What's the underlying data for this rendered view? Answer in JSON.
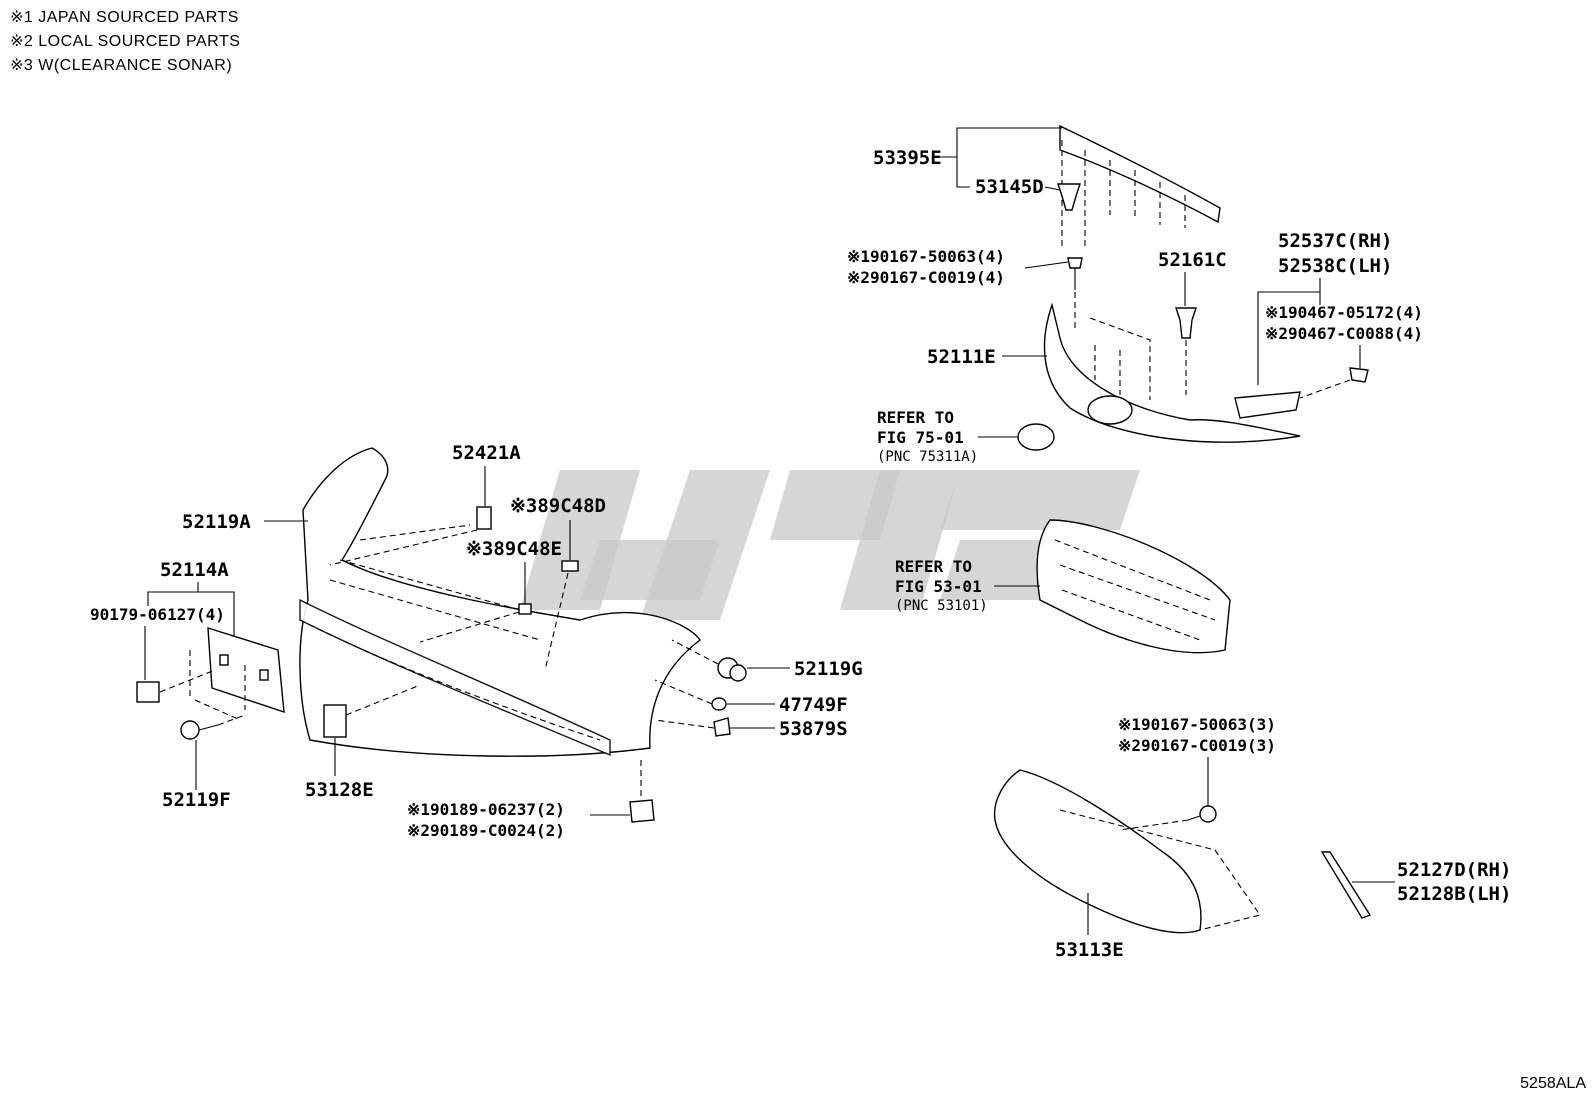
{
  "notes": [
    "※1 JAPAN SOURCED PARTS",
    "※2 LOCAL SOURCED PARTS",
    "※3 W(CLEARANCE SONAR)"
  ],
  "figure_code": "5258ALA",
  "labels": {
    "p53395E": "53395E",
    "p53145D": "53145D",
    "p90167_50063_4": "※190167-50063(4)",
    "p90167_C0019_4": "※290167-C0019(4)",
    "p52161C": "52161C",
    "p52537C": "52537C(RH)",
    "p52538C": "52538C(LH)",
    "p90467_05172": "※190467-05172(4)",
    "p90467_C0088": "※290467-C0088(4)",
    "p52111E": "52111E",
    "ref75_1": "REFER TO",
    "ref75_2": "FIG 75-01",
    "ref75_3": "(PNC 75311A)",
    "p52421A": "52421A",
    "p89C48D": "※389C48D",
    "p89C48E": "※389C48E",
    "p52119A": "52119A",
    "p52114A": "52114A",
    "p90179": "90179-06127(4)",
    "ref53_1": "REFER TO",
    "ref53_2": "FIG 53-01",
    "ref53_3": "(PNC 53101)",
    "p52119G": "52119G",
    "p47749F": "47749F",
    "p53879S": "53879S",
    "p52119F": "52119F",
    "p53128E": "53128E",
    "p90189_06237": "※190189-06237(2)",
    "p90189_C0024": "※290189-C0024(2)",
    "p90167_50063_3": "※190167-50063(3)",
    "p90167_C0019_3": "※290167-C0019(3)",
    "p52127D": "52127D(RH)",
    "p52128B": "52128B(LH)",
    "p53113E": "53113E"
  }
}
